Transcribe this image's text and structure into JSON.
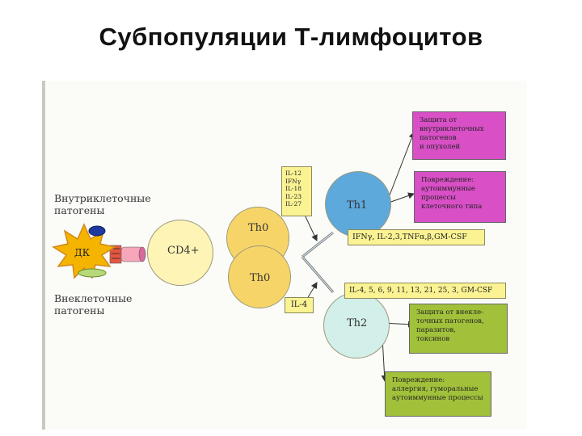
{
  "title": "Субпопуляции Т-лимфоцитов",
  "colors": {
    "th0_fill": "#f7d468",
    "th1_fill": "#5da9dc",
    "th2_fill": "#d3efe9",
    "cd4_fill": "#fdf4b6",
    "dc_fill": "#f4b400",
    "box_magenta": "#d84fc6",
    "box_green": "#a2c13b",
    "box_yellow": "#fbf393"
  },
  "left_labels": {
    "intracellular": "Внутриклеточные патогены",
    "extracellular": "Внеклеточные патогены"
  },
  "cells": {
    "dc": "ДК",
    "cd4": "CD4+",
    "th0_top": "Th0",
    "th0_bottom": "Th0",
    "th1": "Th1",
    "th2": "Th2"
  },
  "cytokines_in_th1": "IL-12\nIFNγ\nIL-18\nIL-23\nIL-27",
  "cytokine_in_th2": "IL-4",
  "th1_outputs": "IFNγ, IL-2,3,TNFα,β,GM-CSF",
  "th2_outputs": "IL-4, 5, 6, 9, 11, 13, 21, 25, 3, GM-CSF",
  "boxes": {
    "th1_protection": "Защита от\nвнутриклеточных\nпатогенов\nи опухолей",
    "th1_damage": "Повреждение:\nаутоиммунные\nпроцессы\nклеточного типа",
    "th2_protection": "Защита от внекле-\nточных патогенов,\nпаразитов,\nтоксинов",
    "th2_damage": "Повреждение:\nаллергия, гуморальные\nаутоиммунные процессы"
  }
}
